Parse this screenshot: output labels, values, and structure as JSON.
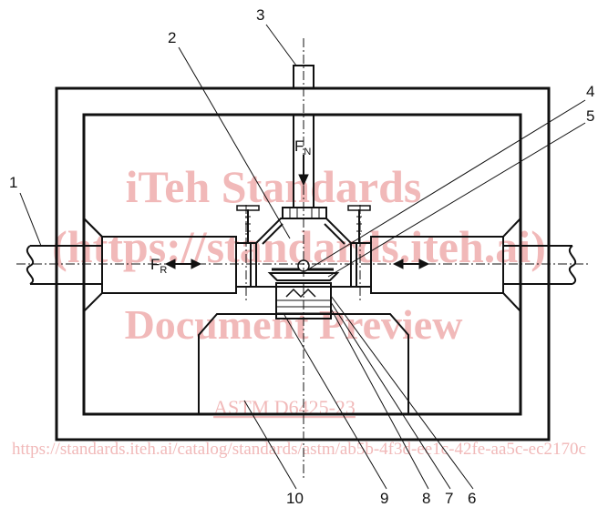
{
  "diagram": {
    "callouts": [
      "1",
      "2",
      "3",
      "4",
      "5",
      "6",
      "7",
      "8",
      "9",
      "10"
    ],
    "force_normal": {
      "main": "F",
      "sub": "N"
    },
    "force_friction": {
      "main": "F",
      "sub": "R"
    }
  },
  "watermark": {
    "line1": "iTeh Standards",
    "line2": "(https://standards.iteh.ai)",
    "line3": "Document Preview",
    "line4": "ASTM D6425-23",
    "line5": "https://standards.iteh.ai/catalog/standards/astm/ab5b-4f3d-ee1c-42fe-aa5c-ec2170c"
  },
  "colors": {
    "ink": "#111111",
    "watermark": "#f1b9b9"
  }
}
